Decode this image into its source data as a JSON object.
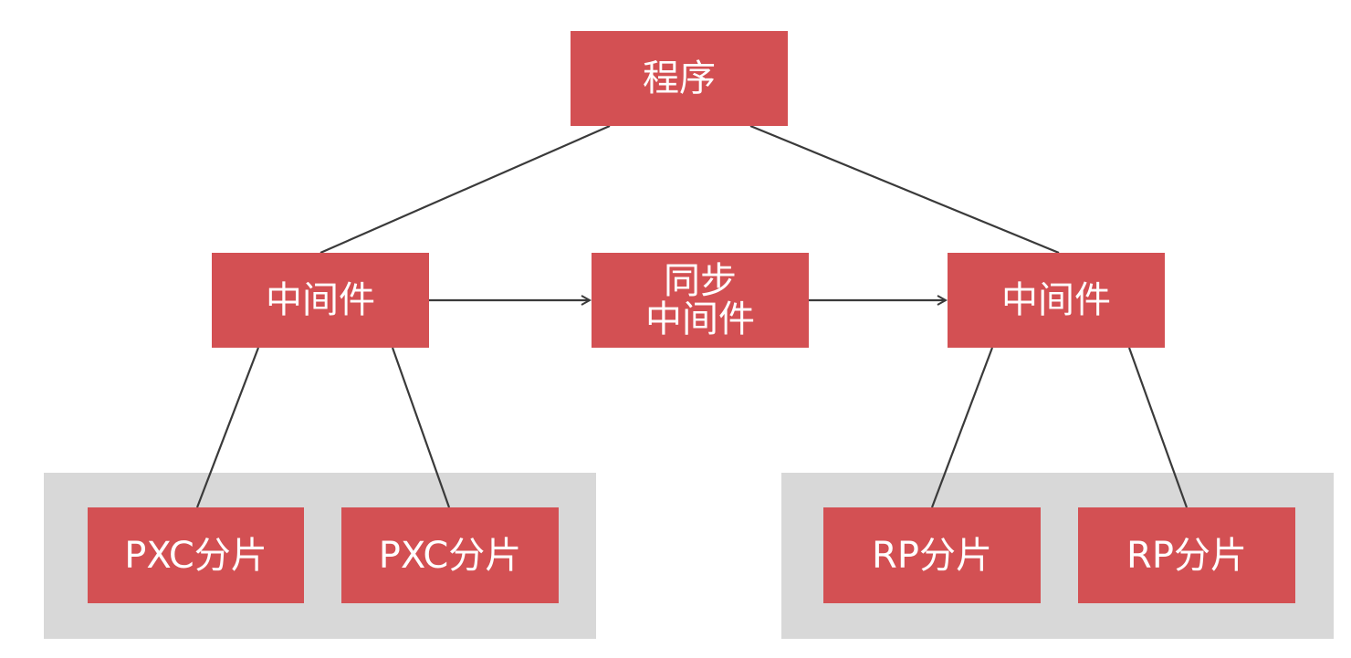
{
  "colors": {
    "node_fill": "#d35053",
    "node_text": "#ffffff",
    "group_fill": "#d8d8d8",
    "line": "#3a3a3a",
    "background": "#ffffff"
  },
  "nodes": {
    "program": {
      "label": "程序"
    },
    "middleware_left": {
      "label": "中间件"
    },
    "sync_middleware": {
      "line1": "同步",
      "line2": "中间件"
    },
    "middleware_right": {
      "label": "中间件"
    },
    "pxc_shard_1": {
      "label": "PXC分片"
    },
    "pxc_shard_2": {
      "label": "PXC分片"
    },
    "rp_shard_1": {
      "label": "RP分片"
    },
    "rp_shard_2": {
      "label": "RP分片"
    }
  }
}
